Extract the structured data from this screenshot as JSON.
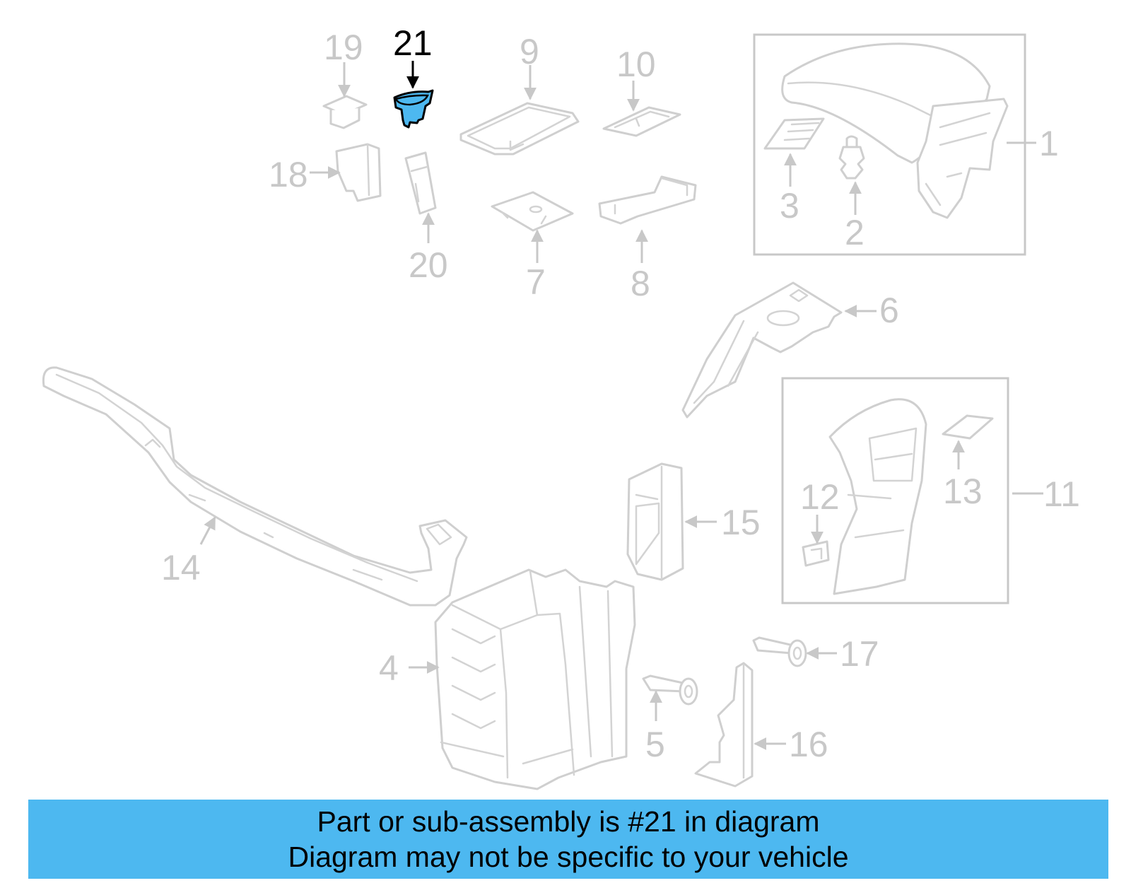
{
  "colors": {
    "highlight": "#4db8f0",
    "faded_part": "#cfcfcf",
    "highlight_label": "#000000"
  },
  "callouts": {
    "c1": "1",
    "c2": "2",
    "c3": "3",
    "c4": "4",
    "c5": "5",
    "c6": "6",
    "c7": "7",
    "c8": "8",
    "c9": "9",
    "c10": "10",
    "c11": "11",
    "c12": "12",
    "c13": "13",
    "c14": "14",
    "c15": "15",
    "c16": "16",
    "c17": "17",
    "c18": "18",
    "c19": "19",
    "c20": "20",
    "c21": "21"
  },
  "highlighted_part": "21",
  "banner": {
    "line1": "Part or sub-assembly is #21 in diagram",
    "line2": "Diagram may not be specific to your vehicle"
  }
}
